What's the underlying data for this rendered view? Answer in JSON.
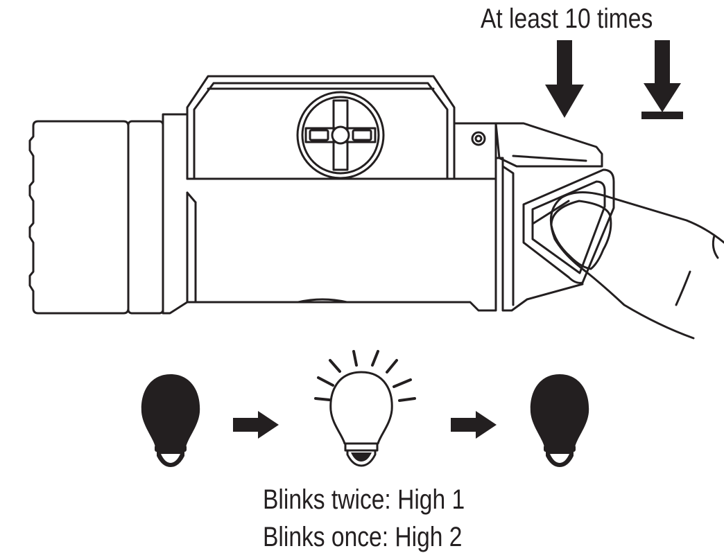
{
  "instruction": {
    "press_count_label": "At least 10 times"
  },
  "result": {
    "line1": "Blinks twice: High 1",
    "line2": "Blinks once: High 2"
  },
  "sequence": [
    {
      "state": "off",
      "icon": "light-bulb-off-icon"
    },
    {
      "state": "on",
      "icon": "light-bulb-on-icon"
    },
    {
      "state": "off",
      "icon": "light-bulb-off-icon"
    }
  ],
  "colors": {
    "ink": "#231f20",
    "background": "#ffffff"
  }
}
